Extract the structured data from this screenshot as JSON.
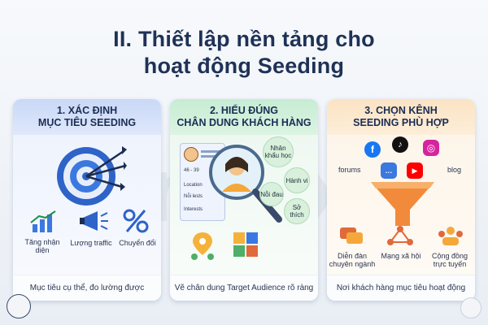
{
  "title": {
    "line1": "II. Thiết lập nền tảng cho",
    "line2": "hoạt động Seeding"
  },
  "watermark": "nxtx",
  "cards": [
    {
      "heading_line1": "1. XÁC ĐỊNH",
      "heading_line2": "MỤC TIÊU SEEDING",
      "labels": [
        "Tăng nhận diện",
        "Lượng traffic",
        "Chuyển đổi"
      ],
      "footer": "Mục tiêu cụ thể, đo lường được",
      "accent": "#c9d8f7"
    },
    {
      "heading_line1": "2. HIỂU ĐÚNG",
      "heading_line2": "CHÂN DUNG KHÁCH HÀNG",
      "profile_fields": [
        "46 - 39",
        "Location",
        "Nỗi lests",
        "Interests"
      ],
      "bubbles": [
        "Nhân khẩu học",
        "Hành vi",
        "Nỗi đau",
        "Sở thích"
      ],
      "footer": "Vẽ chân dung Target Audience rõ ràng",
      "accent": "#c7ecd3"
    },
    {
      "heading_line1": "3. CHỌN KÊNH",
      "heading_line2": "SEEDING PHÙ HỢP",
      "side_labels": [
        "forums",
        "blog"
      ],
      "channels": [
        "Diễn đàn chuyên ngành",
        "Mạng xã hội",
        "Cộng đồng trực tuyến"
      ],
      "footer": "Nơi khách hàng mục tiêu hoạt động",
      "accent": "#fbe3c3"
    }
  ]
}
